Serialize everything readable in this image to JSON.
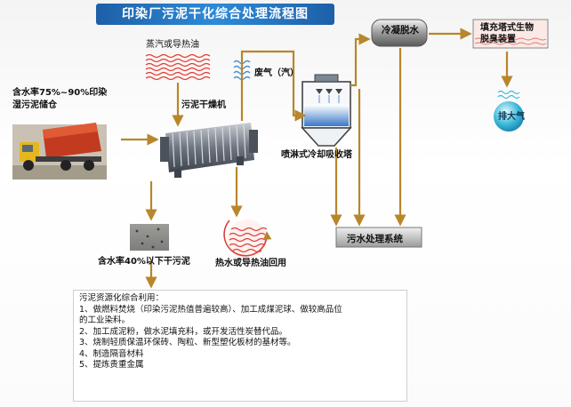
{
  "title": "印染厂污泥干化综合处理流程图",
  "labels": {
    "steam": "蒸汽或导热油",
    "wet_sludge_line1": "含水率75%~90%印染",
    "wet_sludge_line2": "湿污泥储仓",
    "dryer": "污泥干燥机",
    "exhaust": "废气（汽）",
    "condenser": "冷凝脱水",
    "deodorizer_line1": "填充塔式生物",
    "deodorizer_line2": "脱臭装置",
    "vent": "排大气",
    "spray_tower": "喷淋式冷却吸收塔",
    "wastewater": "污水处理系统",
    "dry_sludge": "含水率40%以下干污泥",
    "return_heat": "热水或导热油回用"
  },
  "notes": [
    "污泥资源化综合利用：",
    "1、做燃料焚烧（印染污泥热值普遍较高）、加工成煤泥球、做较高品位",
    "的工业染料。",
    "2、加工成泥粉，做水泥填充料，或开发活性炭替代品。",
    "3、烧制轻质保温环保砖、陶粒、新型塑化板材的基材等。",
    "4、制造隔音材料",
    "5、提炼贵重金属"
  ],
  "colors": {
    "arrow": "#b8862b",
    "title_bg": "#2d8ad8",
    "steam_waves": "#d8403a",
    "tower_water": "#3a78c8",
    "vent_ball": "#3bb8d8"
  }
}
